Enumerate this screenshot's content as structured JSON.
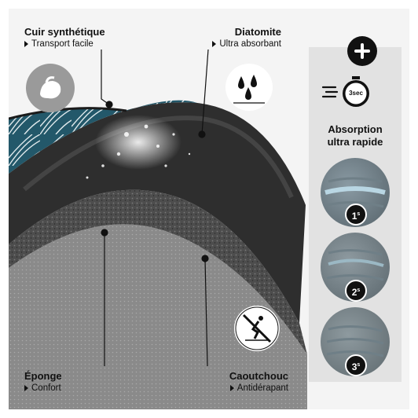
{
  "labels": {
    "cuir": {
      "title": "Cuir synthétique",
      "subtitle": "Transport facile"
    },
    "diatomite": {
      "title": "Diatomite",
      "subtitle": "Ultra absorbant"
    },
    "eponge": {
      "title": "Éponge",
      "subtitle": "Confort"
    },
    "caoutchouc": {
      "title": "Caoutchouc",
      "subtitle": "Antidérapant"
    }
  },
  "timer_text": "3sec",
  "absorption": {
    "title_line1": "Absorption",
    "title_line2": "ultra rapide"
  },
  "steps": [
    {
      "num": "1",
      "unit": "s"
    },
    {
      "num": "2",
      "unit": "s"
    },
    {
      "num": "3",
      "unit": "s"
    }
  ],
  "colors": {
    "leather_teal": "#23586a",
    "diatomite_dark": "#2c2c2c",
    "sponge_grey": "#4a4a4a",
    "rubber_grey": "#777777",
    "panel_bg": "#e2e2e2"
  },
  "icons": [
    "bag-icon",
    "water-drops-icon",
    "plus-icon",
    "stopwatch-icon",
    "anti-slip-icon"
  ]
}
